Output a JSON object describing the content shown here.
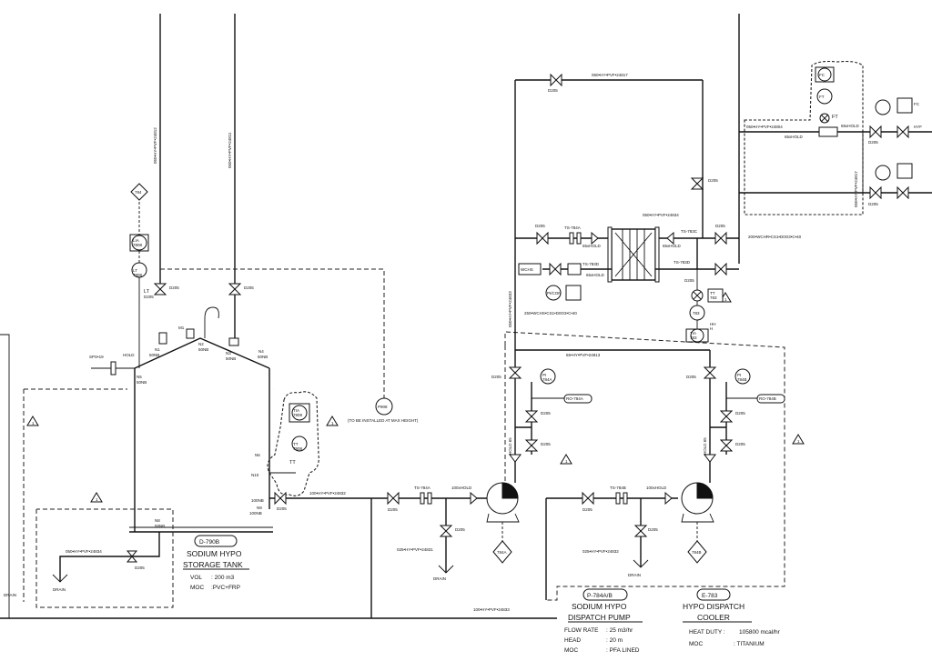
{
  "instruments": {
    "bubble_784": "784",
    "lia_tag": "LIA\n7808",
    "lt_tag": "LT\n7808",
    "lt_letter": "LT",
    "p908_tag": "P908",
    "tt_tag": "TT\n7808",
    "tt_letter": "TT",
    "ti_tag": "TIA\n7808",
    "ft_tag": "FT",
    "fc_tag": "FC",
    "tt783": "TT\n783",
    "tia783": "TIA\n783",
    "hh_h": "HH\nH",
    "pi784a": "PI\n784A",
    "pi784b": "PI\n784B",
    "ro784a": "RO-784A",
    "ro784b": "RO-784B",
    "diamond_784a": "784A",
    "diamond_784b": "784B",
    "wchs": "WCHS",
    "pi_cond": "PI/CON",
    "ft_letter_r": "FT"
  },
  "labels": {
    "line_top_left1": "050•HY•PVF•24812",
    "line_top_left2": "050•HY•PVF•24811",
    "line_top_right": "050•HY•PVF•24817",
    "line_right_hy": "050•HY•PVF•24804",
    "line_right_vert": "050•HY•PVF•24817",
    "line_mid": "050•HY•PVF•24834",
    "line_wchs": "200•WCHR•CS1•D0O3•C•40",
    "line_wchs2": "250•WCHS•CS1•D0O3•C•40",
    "line_vert_mid": "050•HY•PVF•24833",
    "line_tank_out": "100•HY•PVF•24832",
    "line_drain1": "050•HY•PVF•24834",
    "line_drain2": "025•HY•PVF•24831",
    "line_drain3": "025•HY•PVF•24832",
    "line_bottom": "100•HY•PVF•24833",
    "line_top_header": "65•HY•PVF•24813",
    "hyp_right": "HYF",
    "d205": "D205",
    "hold": "HOLD",
    "hold_65": "65xHOLD",
    "hold_100": "100xHOLD",
    "ts784a": "TS-784A",
    "ts784b": "TS-784B",
    "ts783c": "TS-783C",
    "ts783d": "TS-783D",
    "sp": "SPS•19",
    "n5": "N5",
    "n4": "N4",
    "n2": "N2",
    "n3": "N3",
    "n1": "N1",
    "m1": "M1",
    "n6": "N6",
    "n10": "N10",
    "n8": "N8",
    "n9": "N9",
    "bolts": "50NB",
    "bolts100": "100NB",
    "install_note": "(TO BE INSTALLED AT MAX HEIGHT)",
    "drain": "DRAIN",
    "drain_left": "DRAIN",
    "hold_vert_a": "HOLD 65",
    "hold_vert_b": "HOLD 65"
  },
  "equipment": {
    "tank_tag": "D-790B",
    "tank_name1": "SODIUM HYPO",
    "tank_name2": "STORAGE TANK",
    "tank_vol_label": "VOL",
    "tank_vol": ": 200 m3",
    "tank_moc_label": "MOC",
    "tank_moc": ":PVC+FRP",
    "pump_tag": "P-784A/B",
    "pump_name1": "SODIUM HYPO",
    "pump_name2": "DISPATCH PUMP",
    "pump_flow_label": "FLOW RATE",
    "pump_flow": ": 25 m3/hr",
    "pump_head_label": "HEAD",
    "pump_head": ": 20 m",
    "pump_moc_label": "MOC",
    "pump_moc": ": PFA LINED",
    "cooler_tag": "E-783",
    "cooler_name1": "HYPO DISPATCH",
    "cooler_name2": "COOLER",
    "cooler_duty_label": "HEAT DUTY :",
    "cooler_duty": "105800 mcal/hr",
    "cooler_moc_label": "MOC",
    "cooler_moc": ": TITANIUM"
  },
  "revision_marker": "1"
}
